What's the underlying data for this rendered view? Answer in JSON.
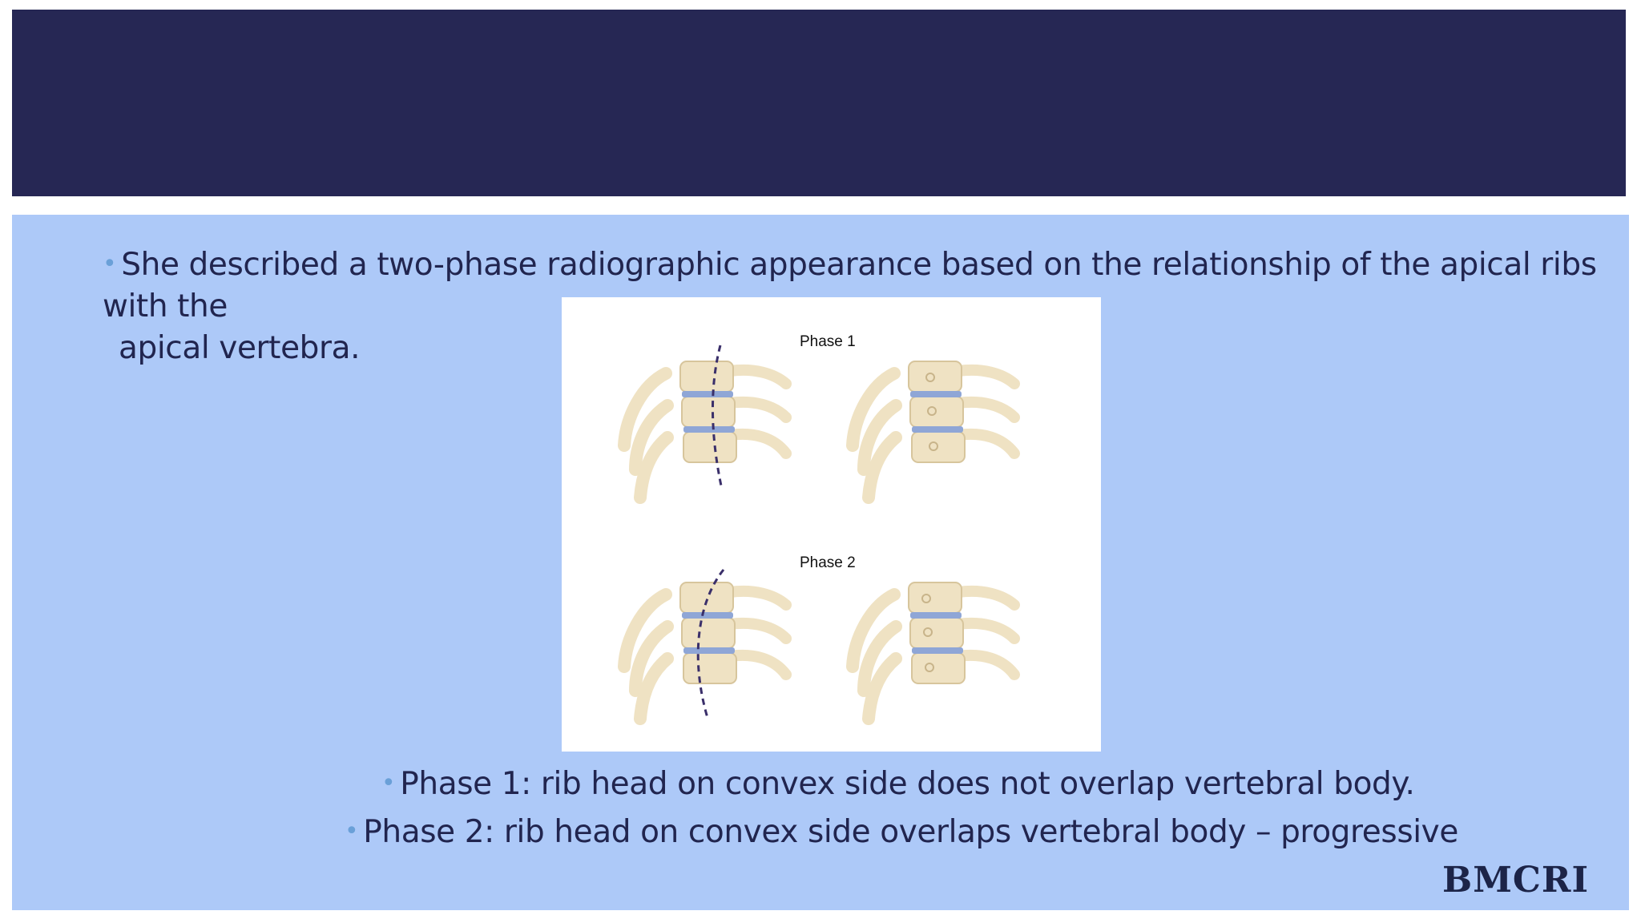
{
  "slide": {
    "title": "",
    "bullets": {
      "main": "She described a two-phase radiographic appearance based on the relationship of the apical ribs with the apical vertebra.",
      "main_line1": "She described a two-phase radiographic appearance based on the relationship of the apical ribs with the",
      "main_line2": "apical vertebra.",
      "phase1": "Phase 1: rib head on convex side does not overlap vertebral body.",
      "phase2": "Phase 2: rib head on convex side overlaps vertebral body – progressive"
    },
    "bullet_glyph": "•",
    "figure": {
      "phase1_label": "Phase 1",
      "phase2_label": "Phase 2"
    },
    "logo": {
      "text": "BMCRI"
    }
  },
  "colors": {
    "header": "#262754",
    "panel": "#adc9f8",
    "text": "#21254f",
    "bullet": "#6aa0d8",
    "bone": "#efe2c3",
    "disc": "#8fa6d6",
    "dashed_line": "#3a2f6a"
  }
}
